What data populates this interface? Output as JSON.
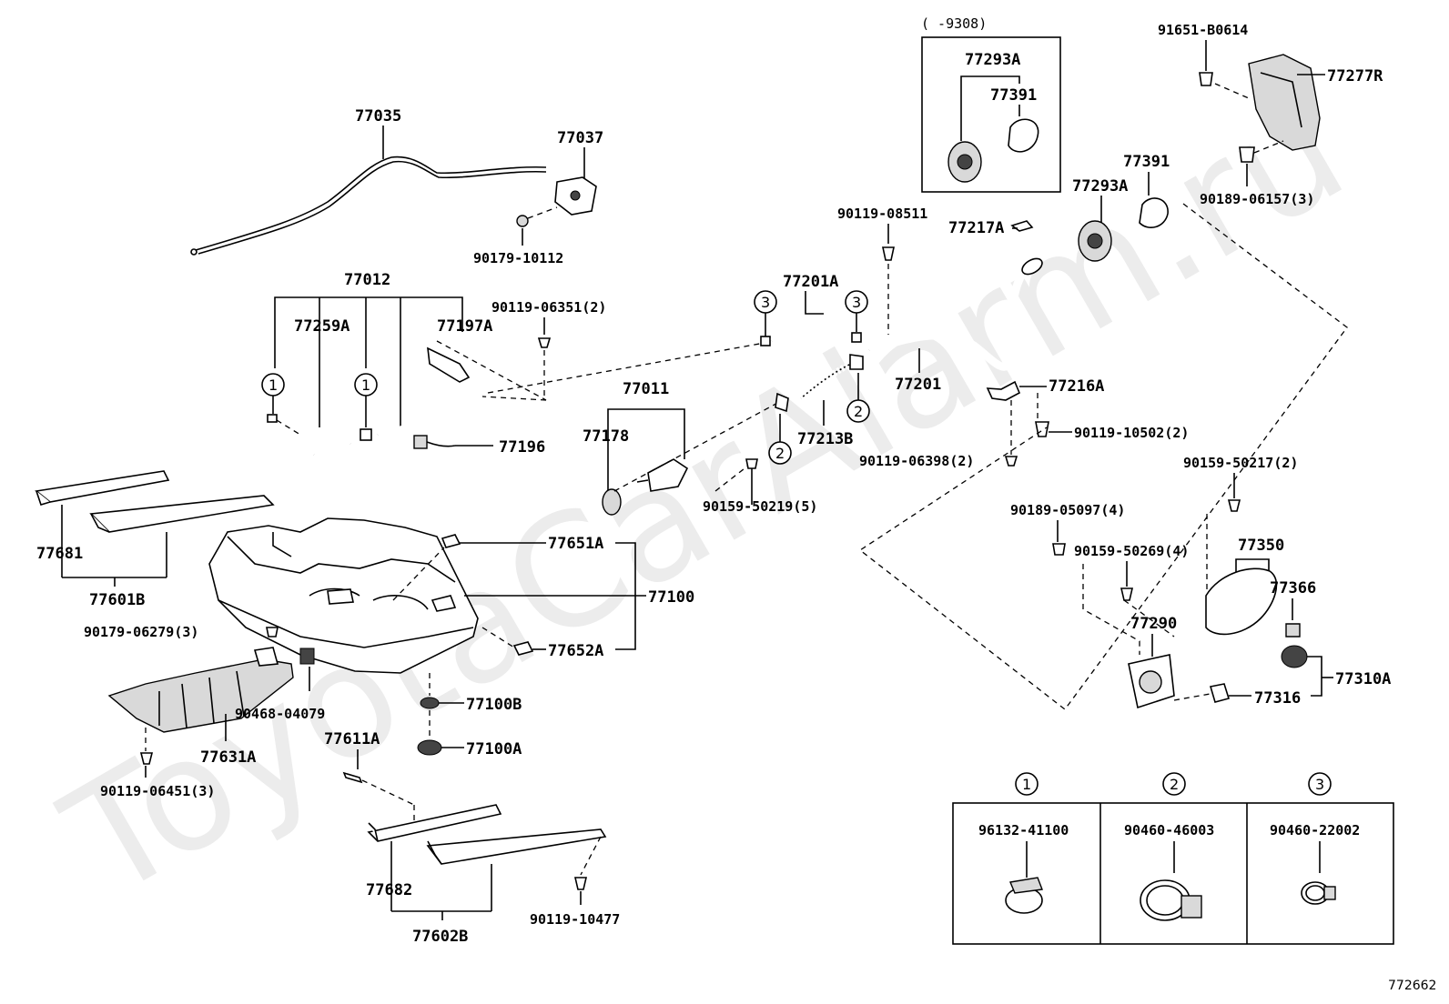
{
  "watermark": "ToyotaCarAlarm.ru",
  "diagram_code": "772662",
  "variant_note": "(      -9308)",
  "labels": {
    "p77035": "77035",
    "p77037": "77037",
    "p90179_10112": "90179-10112",
    "p77012": "77012",
    "p77259A": "77259A",
    "p77197A": "77197A",
    "p90119_06351": "90119-06351(2)",
    "p77196": "77196",
    "p77011": "77011",
    "p77178": "77178",
    "p90159_50219": "90159-50219(5)",
    "p77681": "77681",
    "p77601B": "77601B",
    "p77651A": "77651A",
    "p77100": "77100",
    "p77652A": "77652A",
    "p90179_06279": "90179-06279(3)",
    "p90468_04079": "90468-04079",
    "p77631A": "77631A",
    "p90119_06451": "90119-06451(3)",
    "p77100B": "77100B",
    "p77100A": "77100A",
    "p77611A": "77611A",
    "p77682": "77682",
    "p77602B": "77602B",
    "p90119_10477": "90119-10477",
    "p77201A": "77201A",
    "p77201": "77201",
    "p77213B": "77213B",
    "p90119_08511": "90119-08511",
    "p77217A": "77217A",
    "p77293A_box": "77293A",
    "p77391_box": "77391",
    "p77293A": "77293A",
    "p77391": "77391",
    "p77216A": "77216A",
    "p90119_10502": "90119-10502(2)",
    "p90119_06398": "90119-06398(2)",
    "p91651_B0614": "91651-B0614",
    "p77277R": "77277R",
    "p90189_06157": "90189-06157(3)",
    "p90159_50217": "90159-50217(2)",
    "p90189_05097": "90189-05097(4)",
    "p90159_50269": "90159-50269(4)",
    "p77350": "77350",
    "p77366": "77366",
    "p77290": "77290",
    "p77310A": "77310A",
    "p77316": "77316"
  },
  "callouts": {
    "c1": "1",
    "c2": "2",
    "c3": "3"
  },
  "legend": {
    "items": [
      {
        "num": "1",
        "part": "96132-41100"
      },
      {
        "num": "2",
        "part": "90460-46003"
      },
      {
        "num": "3",
        "part": "90460-22002"
      }
    ]
  }
}
